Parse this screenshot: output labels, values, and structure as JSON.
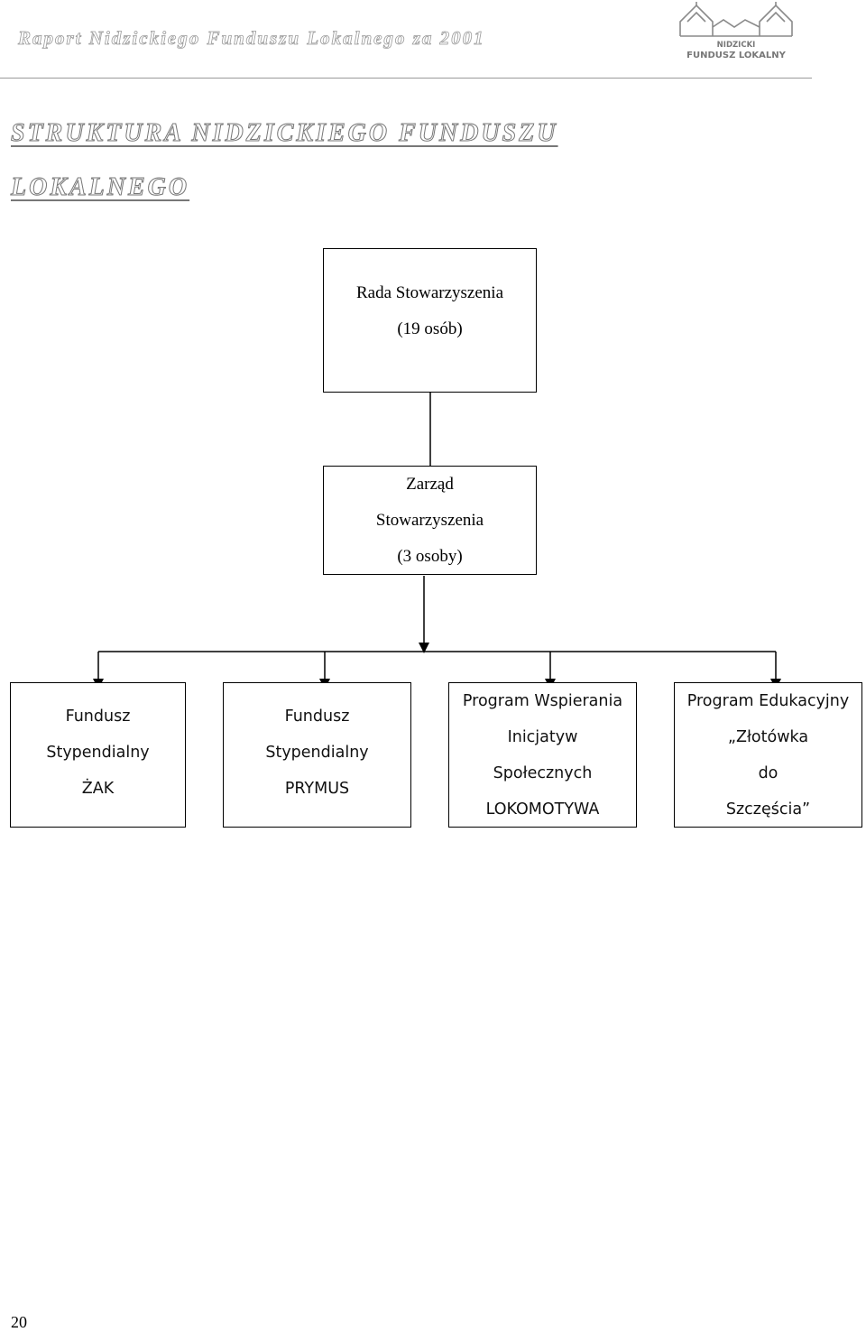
{
  "header": {
    "running_title": "Raport Nidzickiego Funduszu Lokalnego za  2001",
    "logo_line1": "NIDZICKI",
    "logo_line2": "FUNDUSZ LOKALNY"
  },
  "section_title": "STRUKTURA NIDZICKIEGO FUNDUSZU LOKALNEGO",
  "org_chart": {
    "council": {
      "line1": "Rada Stowarzyszenia",
      "line2": "(19 osób)"
    },
    "board": {
      "line1": "Zarząd",
      "line2": "Stowarzyszenia",
      "line3": "(3 osoby)"
    },
    "children": [
      {
        "line1": "Fundusz",
        "line2": "Stypendialny",
        "line3": "ŻAK",
        "line4": ""
      },
      {
        "line1": "Fundusz",
        "line2": "Stypendialny",
        "line3": "PRYMUS",
        "line4": ""
      },
      {
        "line1": "Program Wspierania",
        "line2": "Inicjatyw",
        "line3": "Społecznych",
        "line4": "LOKOMOTYWA"
      },
      {
        "line1": "Program Edukacyjny",
        "line2": "„Złotówka",
        "line3": "do",
        "line4": "Szczęścia”"
      }
    ]
  },
  "page_number": "20"
}
